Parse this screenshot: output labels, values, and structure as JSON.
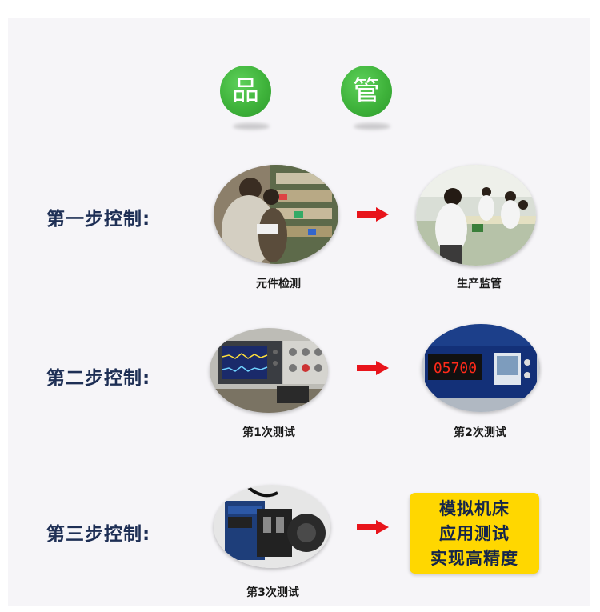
{
  "header": {
    "badge_left": "品",
    "badge_right": "管"
  },
  "steps": [
    {
      "title": "第一步控制:",
      "left_caption": "元件检测",
      "right_caption": "生产监管"
    },
    {
      "title": "第二步控制:",
      "left_caption": "第1次测试",
      "right_caption": "第2次测试",
      "display_value": "05700"
    },
    {
      "title": "第三步控制:",
      "left_caption": "第3次测试",
      "result_box": {
        "line1": "模拟机床",
        "line2": "应用测试",
        "line3": "实现高精度"
      }
    }
  ],
  "colors": {
    "badge_green": "#3fb33b",
    "title_navy": "#1e2f55",
    "arrow_red": "#e8141b",
    "box_yellow": "#ffd700"
  }
}
